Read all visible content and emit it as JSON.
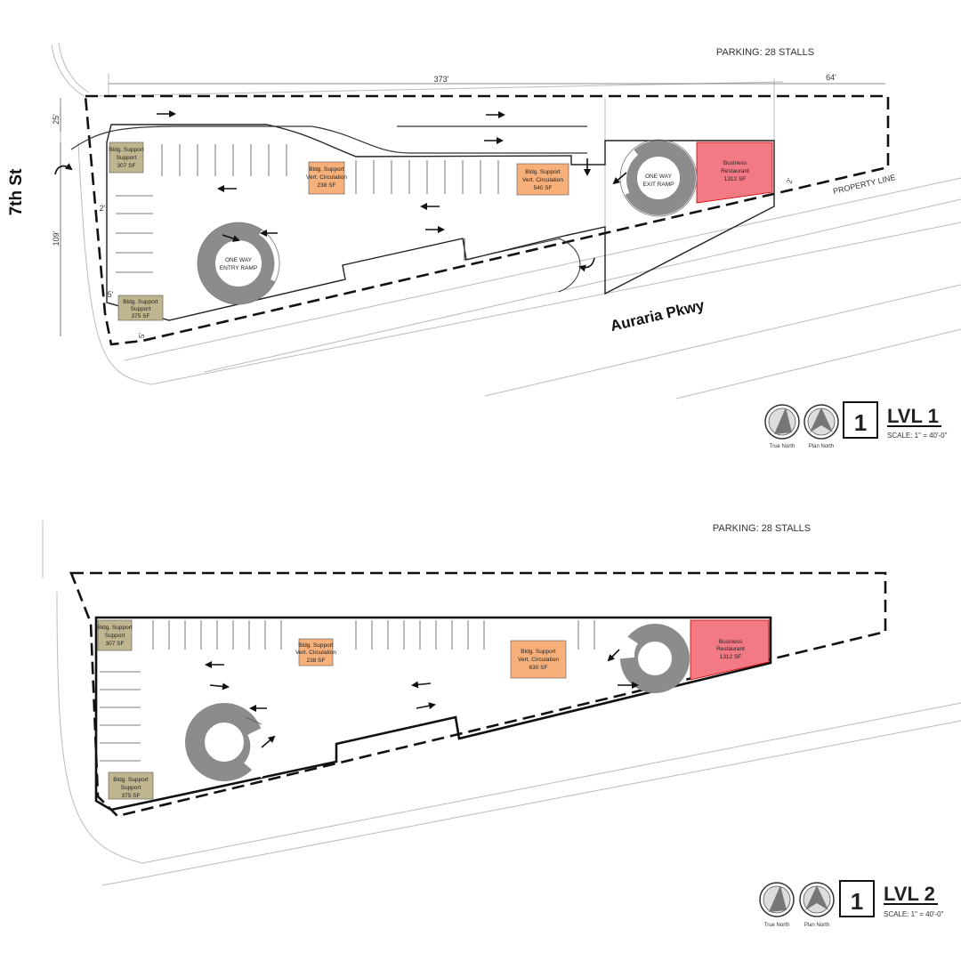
{
  "colors": {
    "support": "#bfb68f",
    "circulation": "#f7b079",
    "restaurant": "#f37a85",
    "ramp": "#8c8c8c",
    "line": "#111111",
    "faint": "#bbbbbb"
  },
  "streets": {
    "left": "7th St",
    "bottom": "Auraria Pkwy"
  },
  "lvl1": {
    "parking": "PARKING: 28 STALLS",
    "dims": {
      "top": "373'",
      "right": "64'",
      "left_top": "25'",
      "left_side": "109'",
      "inset_a": "2'",
      "inset_b": "5'",
      "inset_c": "5'",
      "inset_d": "2'"
    },
    "property_line": "PROPERTY LINE",
    "support_tl": [
      "Bldg. Support",
      "Support",
      "307 SF"
    ],
    "support_bl": [
      "Bldg. Support",
      "Support",
      "375 SF"
    ],
    "circ_a": [
      "Bldg. Support",
      "Vert. Circulation",
      "238 SF"
    ],
    "circ_b": [
      "Bldg. Support",
      "Vert. Circulation",
      "540 SF"
    ],
    "restaurant": [
      "Business",
      "Restaurant",
      "1312 SF"
    ],
    "entry_ramp": [
      "ONE WAY",
      "ENTRY RAMP"
    ],
    "exit_ramp": [
      "ONE WAY",
      "EXIT RAMP"
    ],
    "true_north": "True North",
    "plan_north": "Plan North",
    "badge": "1",
    "title": "LVL 1",
    "scale": "SCALE:  1\" = 40'-0\""
  },
  "lvl2": {
    "parking": "PARKING: 28 STALLS",
    "support_tl": [
      "Bldg. Support",
      "Support",
      "307 SF"
    ],
    "support_bl": [
      "Bldg. Support",
      "Support",
      "375 SF"
    ],
    "circ_a": [
      "Bldg. Support",
      "Vert. Circulation",
      "238 SF"
    ],
    "circ_b": [
      "Bldg. Support",
      "Vert. Circulation",
      "630 SF"
    ],
    "restaurant": [
      "Business",
      "Restaurant",
      "1312 SF"
    ],
    "true_north": "True North",
    "plan_north": "Plan North",
    "badge": "1",
    "title": "LVL 2",
    "scale": "SCALE:  1\" = 40'-0\""
  }
}
